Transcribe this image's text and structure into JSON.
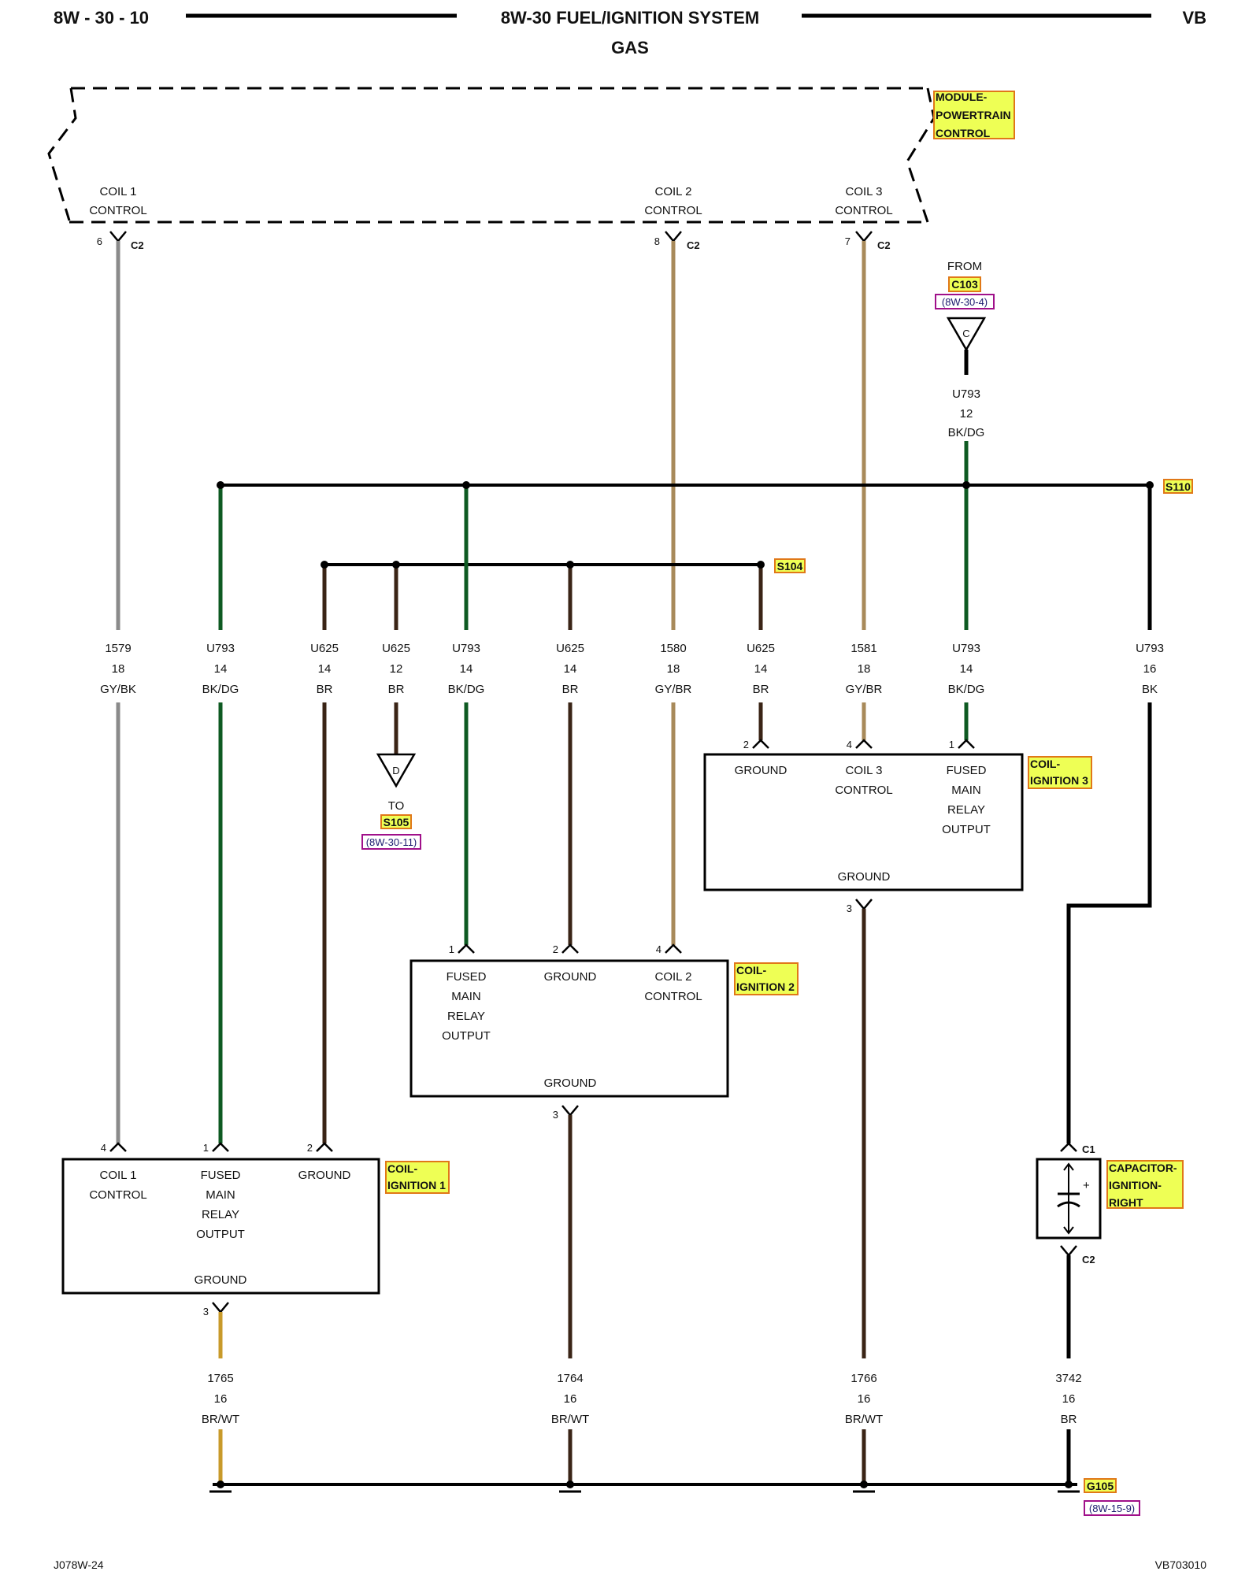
{
  "header": {
    "page": "8W - 30 - 10",
    "title": "8W-30 FUEL/IGNITION SYSTEM",
    "subtitle": "GAS",
    "model": "VB"
  },
  "pcm": {
    "name": [
      "MODULE-",
      "POWERTRAIN",
      "CONTROL"
    ],
    "coil1": [
      "COIL 1",
      "CONTROL"
    ],
    "coil2": [
      "COIL 2",
      "CONTROL"
    ],
    "coil3": [
      "COIL 3",
      "CONTROL"
    ]
  },
  "pcm_pins": {
    "coil1": {
      "pin": "6",
      "conn": "C2"
    },
    "coil2": {
      "pin": "8",
      "conn": "C2"
    },
    "coil3": {
      "pin": "7",
      "conn": "C2"
    }
  },
  "from_c103": {
    "from": "FROM",
    "conn": "C103",
    "ref": "(8W-30-4)",
    "symbol": "C",
    "circuit": "U793",
    "gauge": "12",
    "color": "BK/DG"
  },
  "splices": {
    "s110": "S110",
    "s104": "S104",
    "g105": "G105",
    "g105_ref": "(8W-15-9)"
  },
  "wires": [
    {
      "circuit": "1579",
      "gauge": "18",
      "color": "GY/BK"
    },
    {
      "circuit": "U793",
      "gauge": "14",
      "color": "BK/DG"
    },
    {
      "circuit": "U625",
      "gauge": "14",
      "color": "BR"
    },
    {
      "circuit": "U625",
      "gauge": "12",
      "color": "BR"
    },
    {
      "circuit": "U793",
      "gauge": "14",
      "color": "BK/DG"
    },
    {
      "circuit": "U625",
      "gauge": "14",
      "color": "BR"
    },
    {
      "circuit": "1580",
      "gauge": "18",
      "color": "GY/BR"
    },
    {
      "circuit": "U625",
      "gauge": "14",
      "color": "BR"
    },
    {
      "circuit": "1581",
      "gauge": "18",
      "color": "GY/BR"
    },
    {
      "circuit": "U793",
      "gauge": "14",
      "color": "BK/DG"
    },
    {
      "circuit": "U793",
      "gauge": "16",
      "color": "BK"
    }
  ],
  "to_s105": {
    "symbol": "D",
    "to": "TO",
    "conn": "S105",
    "ref": "(8W-30-11)"
  },
  "coil3": {
    "name": [
      "COIL-",
      "IGNITION 3"
    ],
    "ground": "GROUND",
    "control": [
      "COIL 3",
      "CONTROL"
    ],
    "fused": [
      "FUSED",
      "MAIN",
      "RELAY",
      "OUTPUT"
    ],
    "bottom": "GROUND",
    "pins": {
      "ground": "2",
      "control": "4",
      "fused": "1",
      "out": "3"
    }
  },
  "coil2": {
    "name": [
      "COIL-",
      "IGNITION 2"
    ],
    "fused": [
      "FUSED",
      "MAIN",
      "RELAY",
      "OUTPUT"
    ],
    "ground": "GROUND",
    "control": [
      "COIL 2",
      "CONTROL"
    ],
    "bottom": "GROUND",
    "pins": {
      "fused": "1",
      "ground": "2",
      "control": "4",
      "out": "3"
    }
  },
  "coil1": {
    "name": [
      "COIL-",
      "IGNITION 1"
    ],
    "control": [
      "COIL 1",
      "CONTROL"
    ],
    "fused": [
      "FUSED",
      "MAIN",
      "RELAY",
      "OUTPUT"
    ],
    "ground": "GROUND",
    "bottom": "GROUND",
    "pins": {
      "control": "4",
      "fused": "1",
      "ground": "2",
      "out": "3"
    }
  },
  "capacitor": {
    "name": [
      "CAPACITOR-",
      "IGNITION-",
      "RIGHT"
    ],
    "top_conn": "C1",
    "bottom_conn": "C2",
    "polarity": "+"
  },
  "ground_wires": [
    {
      "circuit": "1765",
      "gauge": "16",
      "color": "BR/WT"
    },
    {
      "circuit": "1764",
      "gauge": "16",
      "color": "BR/WT"
    },
    {
      "circuit": "1766",
      "gauge": "16",
      "color": "BR/WT"
    },
    {
      "circuit": "3742",
      "gauge": "16",
      "color": "BR"
    }
  ],
  "footer": {
    "left": "J078W-24",
    "right": "VB703010"
  },
  "colors": {
    "highlight": "#eeff55",
    "highlight_border": "#e07818",
    "gy_bk": "#8a8a8a",
    "gy_br": "#a88a5a",
    "bk_dg": "#0e5a22",
    "br": "#3a2416",
    "br_wt": "#c89a2a",
    "bk": "#000000"
  }
}
